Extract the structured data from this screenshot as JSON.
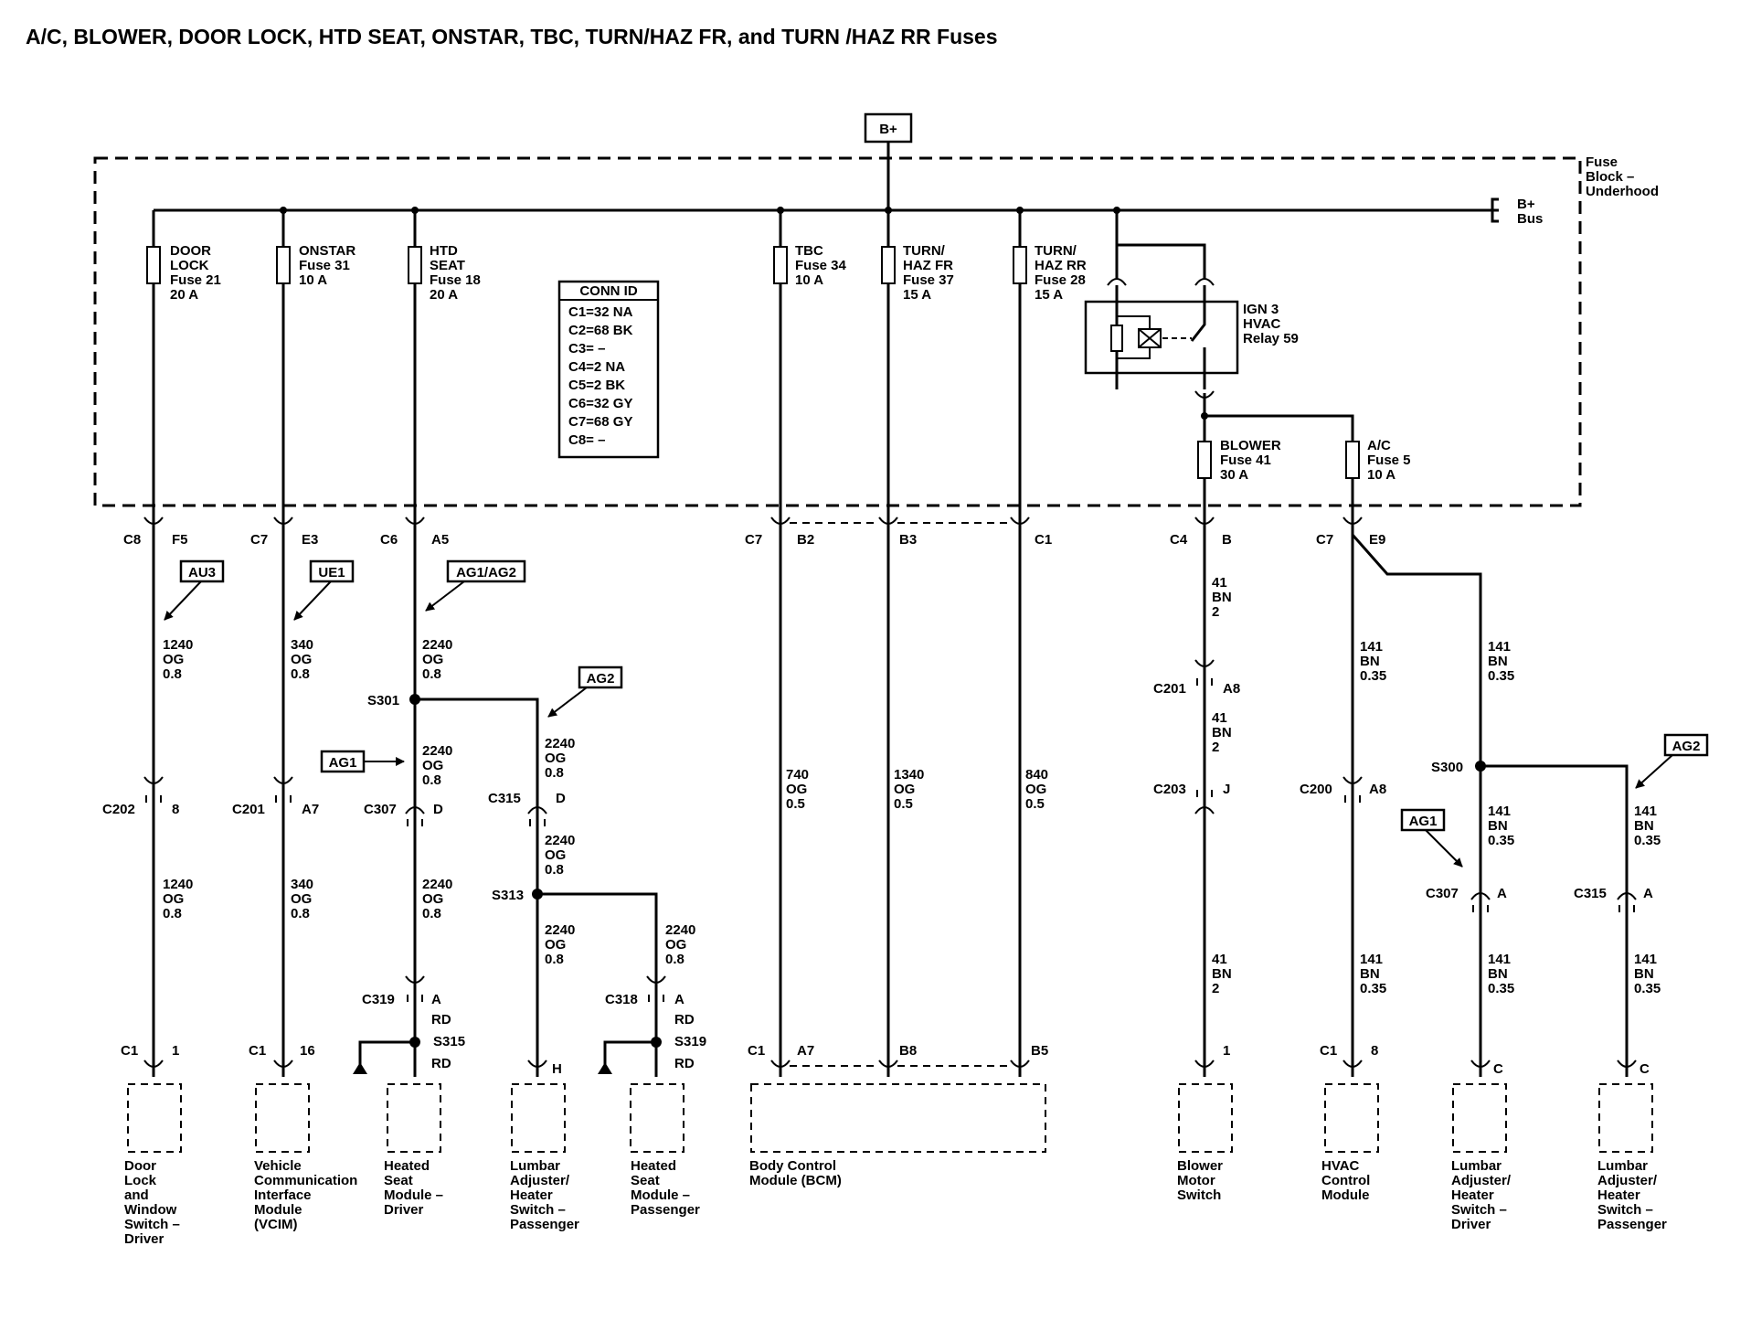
{
  "title": "A/C, BLOWER, DOOR LOCK, HTD SEAT, ONSTAR, TBC, TURN/HAZ FR, and TURN /HAZ RR Fuses",
  "source": "B+",
  "fuse_block": [
    "Fuse",
    "Block –",
    "Underhood"
  ],
  "bus": [
    "B+",
    "Bus"
  ],
  "conn_id": {
    "header": "CONN ID",
    "rows": [
      "C1=32 NA",
      "C2=68 BK",
      "C3= –",
      "C4=2 NA",
      "C5=2 BK",
      "C6=32 GY",
      "C7=68 GY",
      "C8= –"
    ]
  },
  "fuses": {
    "door_lock": [
      "DOOR",
      "LOCK",
      "Fuse 21",
      "20 A"
    ],
    "onstar": [
      "ONSTAR",
      "Fuse 31",
      "10 A"
    ],
    "htd_seat": [
      "HTD",
      "SEAT",
      "Fuse 18",
      "20 A"
    ],
    "tbc": [
      "TBC",
      "Fuse 34",
      "10 A"
    ],
    "turn_fr": [
      "TURN/",
      "HAZ FR",
      "Fuse 37",
      "15 A"
    ],
    "turn_rr": [
      "TURN/",
      "HAZ RR",
      "Fuse 28",
      "15 A"
    ],
    "blower": [
      "BLOWER",
      "Fuse 41",
      "30 A"
    ],
    "ac": [
      "A/C",
      "Fuse 5",
      "10 A"
    ]
  },
  "relay": [
    "IGN 3",
    "HVAC",
    "Relay 59"
  ],
  "options": {
    "au3": "AU3",
    "ue1": "UE1",
    "ag1ag2": "AG1/AG2",
    "ag2_left": "AG2",
    "ag1_left": "AG1",
    "ag1_right": "AG1",
    "ag2_right": "AG2"
  },
  "connectors": {
    "c8": "C8",
    "f5": "F5",
    "c7a": "C7",
    "e3": "E3",
    "c6": "C6",
    "a5": "A5",
    "c7b": "C7",
    "b2": "B2",
    "b3": "B3",
    "c1top": "C1",
    "c4": "C4",
    "b": "B",
    "c7c": "C7",
    "e9": "E9",
    "c202": "C202",
    "c202pin": "8",
    "c201a": "C201",
    "a7": "A7",
    "c307a": "C307",
    "d1": "D",
    "c315a": "C315",
    "d2": "D",
    "c201b": "C201",
    "a8a": "A8",
    "c203": "C203",
    "j": "J",
    "c200": "C200",
    "a8b": "A8",
    "c307b": "C307",
    "pa1": "A",
    "c315b": "C315",
    "pa2": "A",
    "c319": "C319",
    "pa3": "A",
    "c318": "C318",
    "pa4": "A",
    "rd1": "RD",
    "rd2": "RD",
    "rd3": "RD",
    "rd4": "RD",
    "bc1a": "C1",
    "bp1": "1",
    "bc1b": "C1",
    "bp16": "16",
    "bh": "H",
    "bc1c": "C1",
    "ba7": "A7",
    "bb8": "B8",
    "bb5": "B5",
    "bp1b": "1",
    "bc1d": "C1",
    "bp8": "8",
    "bc_a": "C",
    "bc_b": "C"
  },
  "splices": {
    "s301": "S301",
    "s313": "S313",
    "s300": "S300",
    "s315": "S315",
    "s319": "S319"
  },
  "wires": {
    "w1240a": [
      "1240",
      "OG",
      "0.8"
    ],
    "w1240b": [
      "1240",
      "OG",
      "0.8"
    ],
    "w340a": [
      "340",
      "OG",
      "0.8"
    ],
    "w340b": [
      "340",
      "OG",
      "0.8"
    ],
    "w2240a": [
      "2240",
      "OG",
      "0.8"
    ],
    "w2240b": [
      "2240",
      "OG",
      "0.8"
    ],
    "w2240c": [
      "2240",
      "OG",
      "0.8"
    ],
    "w2240d": [
      "2240",
      "OG",
      "0.8"
    ],
    "w2240e": [
      "2240",
      "OG",
      "0.8"
    ],
    "w2240f": [
      "2240",
      "OG",
      "0.8"
    ],
    "w2240g": [
      "2240",
      "OG",
      "0.8"
    ],
    "w740": [
      "740",
      "OG",
      "0.5"
    ],
    "w1340": [
      "1340",
      "OG",
      "0.5"
    ],
    "w840": [
      "840",
      "OG",
      "0.5"
    ],
    "w41a": [
      "41",
      "BN",
      "2"
    ],
    "w41b": [
      "41",
      "BN",
      "2"
    ],
    "w41c": [
      "41",
      "BN",
      "2"
    ],
    "w141a": [
      "141",
      "BN",
      "0.35"
    ],
    "w141b": [
      "141",
      "BN",
      "0.35"
    ],
    "w141c": [
      "141",
      "BN",
      "0.35"
    ],
    "w141d": [
      "141",
      "BN",
      "0.35"
    ],
    "w141e": [
      "141",
      "BN",
      "0.35"
    ],
    "w141f": [
      "141",
      "BN",
      "0.35"
    ],
    "w141g": [
      "141",
      "BN",
      "0.35"
    ]
  },
  "modules": {
    "door_lock_switch": [
      "Door",
      "Lock",
      "and",
      "Window",
      "Switch –",
      "Driver"
    ],
    "vcim": [
      "Vehicle",
      "Communication",
      "Interface",
      "Module",
      "(VCIM)"
    ],
    "heated_seat_driver": [
      "Heated",
      "Seat",
      "Module –",
      "Driver"
    ],
    "lumbar_passenger_left": [
      "Lumbar",
      "Adjuster/",
      "Heater",
      "Switch –",
      "Passenger"
    ],
    "heated_seat_passenger": [
      "Heated",
      "Seat",
      "Module –",
      "Passenger"
    ],
    "bcm": [
      "Body Control",
      "Module (BCM)"
    ],
    "blower_switch": [
      "Blower",
      "Motor",
      "Switch"
    ],
    "hvac_module": [
      "HVAC",
      "Control",
      "Module"
    ],
    "lumbar_driver": [
      "Lumbar",
      "Adjuster/",
      "Heater",
      "Switch –",
      "Driver"
    ],
    "lumbar_passenger_right": [
      "Lumbar",
      "Adjuster/",
      "Heater",
      "Switch –",
      "Passenger"
    ]
  }
}
